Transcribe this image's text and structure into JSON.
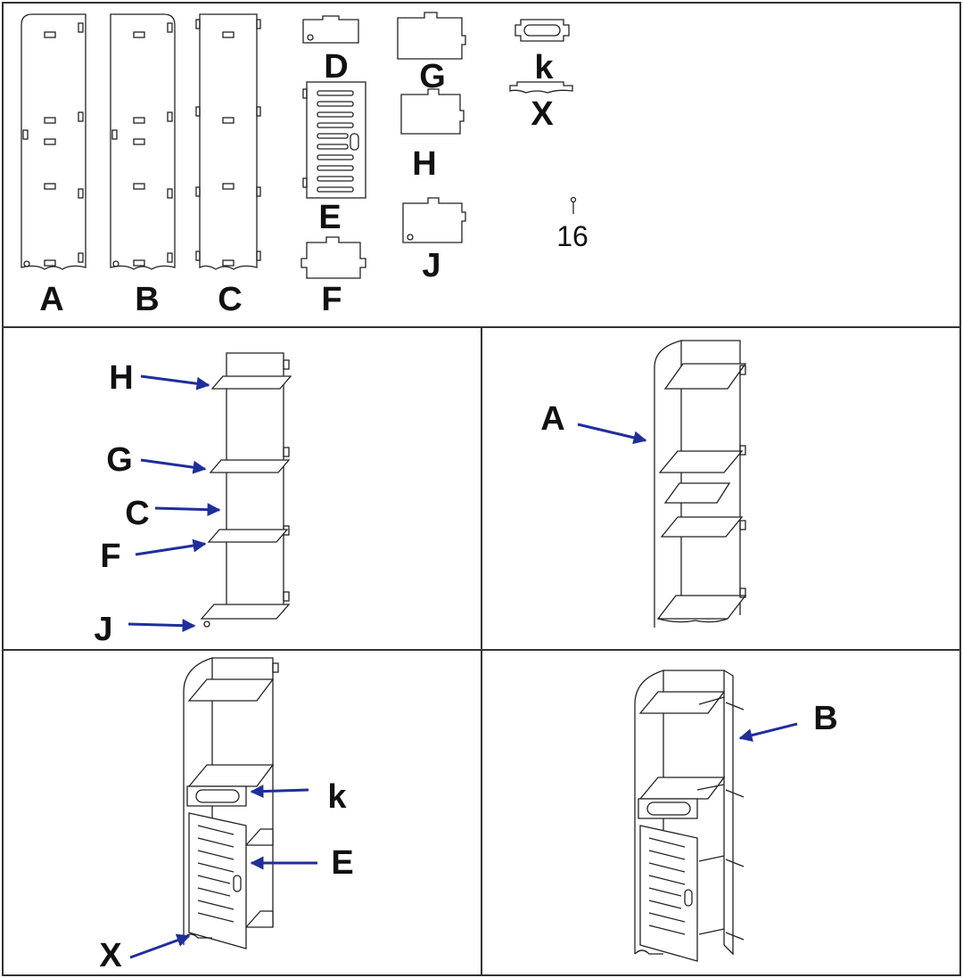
{
  "parts": {
    "A": "A",
    "B": "B",
    "C": "C",
    "D": "D",
    "E": "E",
    "F": "F",
    "G": "G",
    "H": "H",
    "J": "J",
    "K": "k",
    "X": "X",
    "screw_count": "16"
  },
  "step1_labels": {
    "h": "H",
    "g": "G",
    "c": "C",
    "f": "F",
    "j": "J"
  },
  "step2_labels": {
    "a": "A"
  },
  "step3_labels": {
    "k": "k",
    "e": "E",
    "x": "X"
  },
  "step4_labels": {
    "b": "B"
  },
  "colors": {
    "arrow": "#1f2e9c",
    "line": "#222222",
    "border": "#333333"
  }
}
